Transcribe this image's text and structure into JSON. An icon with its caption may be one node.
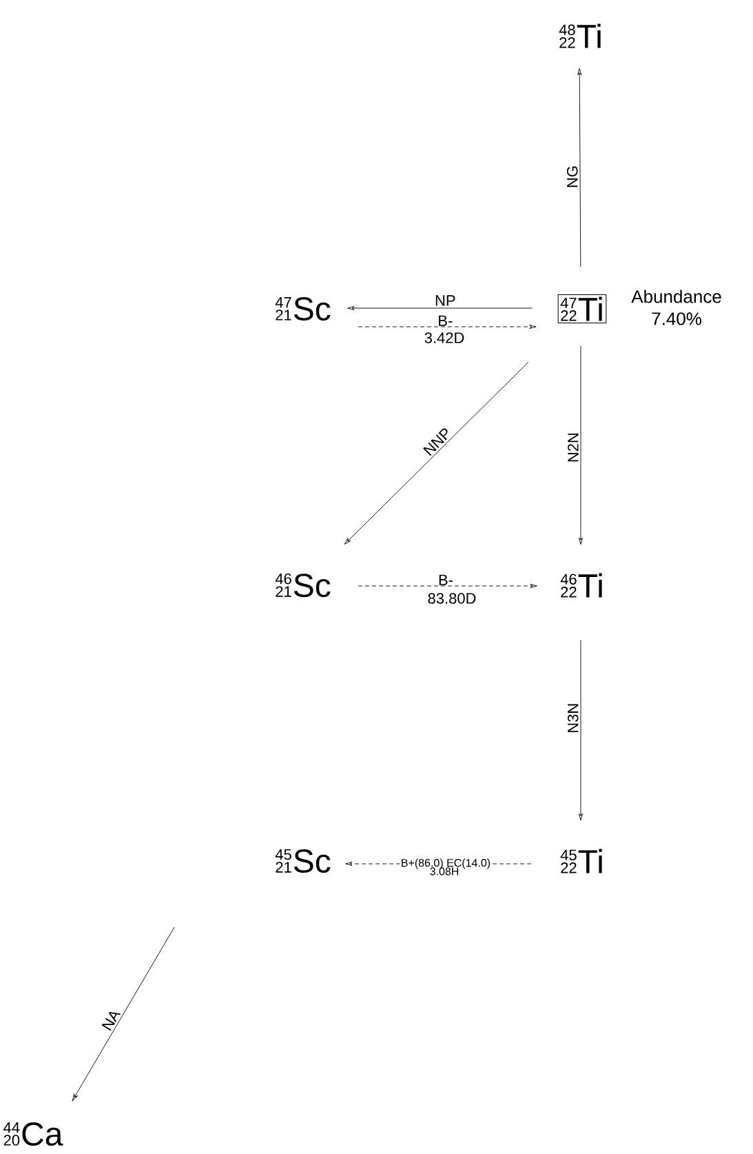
{
  "diagram": {
    "nodes": [
      {
        "text": [
          "48",
          "22",
          "Ti"
        ]
      },
      {
        "text": [
          "47",
          "21",
          "Sc"
        ]
      },
      {
        "text": [
          "47",
          "22",
          "Ti"
        ],
        "beside": [
          "Abundance 7.40%"
        ]
      },
      {
        "text": [
          "46",
          "21",
          "Sc"
        ]
      },
      {
        "text": [
          "46",
          "22",
          "Ti"
        ]
      },
      {
        "text": [
          "45",
          "21",
          "Sc"
        ]
      },
      {
        "text": [
          "45",
          "22",
          "Ti"
        ]
      },
      {
        "text": [
          "44",
          "20",
          "Ca"
        ]
      }
    ],
    "edges": [
      {
        "from": 2,
        "to": 0,
        "arrow": "to",
        "label": "NG"
      },
      {
        "from": 2,
        "to": 1,
        "arrow": "to",
        "label": "NP"
      },
      {
        "from": 1,
        "to": 2,
        "arrow": "to",
        "label": "B-",
        "style": "dashed"
      },
      {
        "from": 2,
        "to": 3,
        "arrow": "to",
        "label": "NNP"
      },
      {
        "from": 2,
        "to": 4,
        "arrow": "to",
        "label": "N2N"
      },
      {
        "from": 3,
        "to": 4,
        "arrow": "to",
        "label": "B-",
        "style": "dashed"
      },
      {
        "from": 4,
        "to": 6,
        "arrow": "to",
        "label": "N3N"
      },
      {
        "from": 6,
        "to": 5,
        "arrow": "to",
        "label": "B+(86.0) EC(14.0)",
        "style": "dashed"
      },
      {
        "from": null,
        "to": 7,
        "arrow": "to",
        "label": "NA"
      }
    ],
    "labels": [
      "3.42D",
      "83.80D",
      "3.08H"
    ]
  }
}
